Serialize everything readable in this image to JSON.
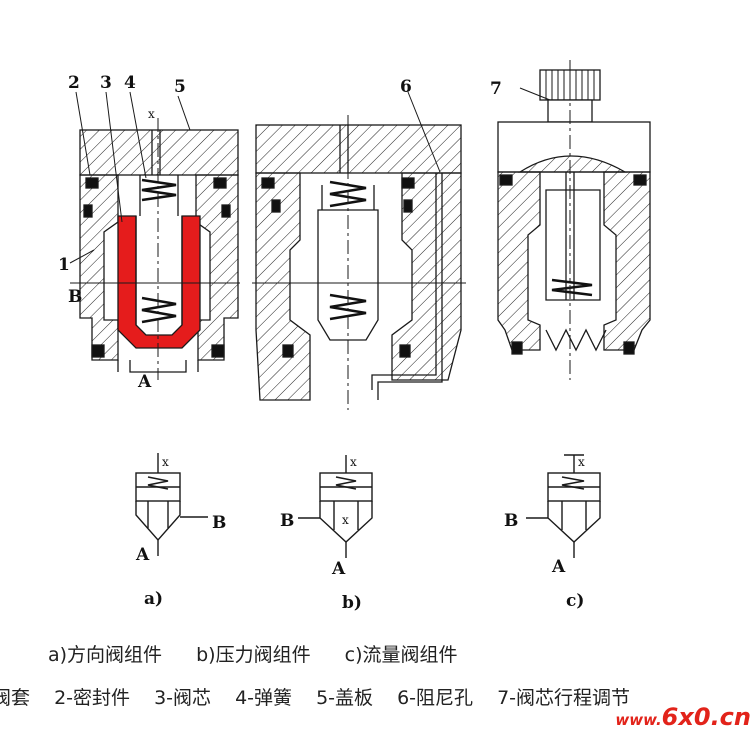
{
  "part_numbers": [
    "1",
    "2",
    "3",
    "4",
    "5",
    "6",
    "7"
  ],
  "port_labels": {
    "x": "x",
    "a": "A",
    "b": "B"
  },
  "subfigures": [
    "a)",
    "b)",
    "c)"
  ],
  "captions": [
    "a)方向阀组件",
    "b)压力阀组件",
    "c)流量阀组件"
  ],
  "legend": [
    "阀套",
    "2-密封件",
    "3-阀芯",
    "4-弹簧",
    "5-盖板",
    "6-阻尼孔",
    "7-阀芯行程调节"
  ],
  "watermark": {
    "prefix": "www.",
    "brand": "6x0",
    "suffix": ".cn"
  },
  "colors": {
    "highlight": "#e51c1c",
    "line": "#1a1a1a",
    "watermark": "#e2231a"
  }
}
